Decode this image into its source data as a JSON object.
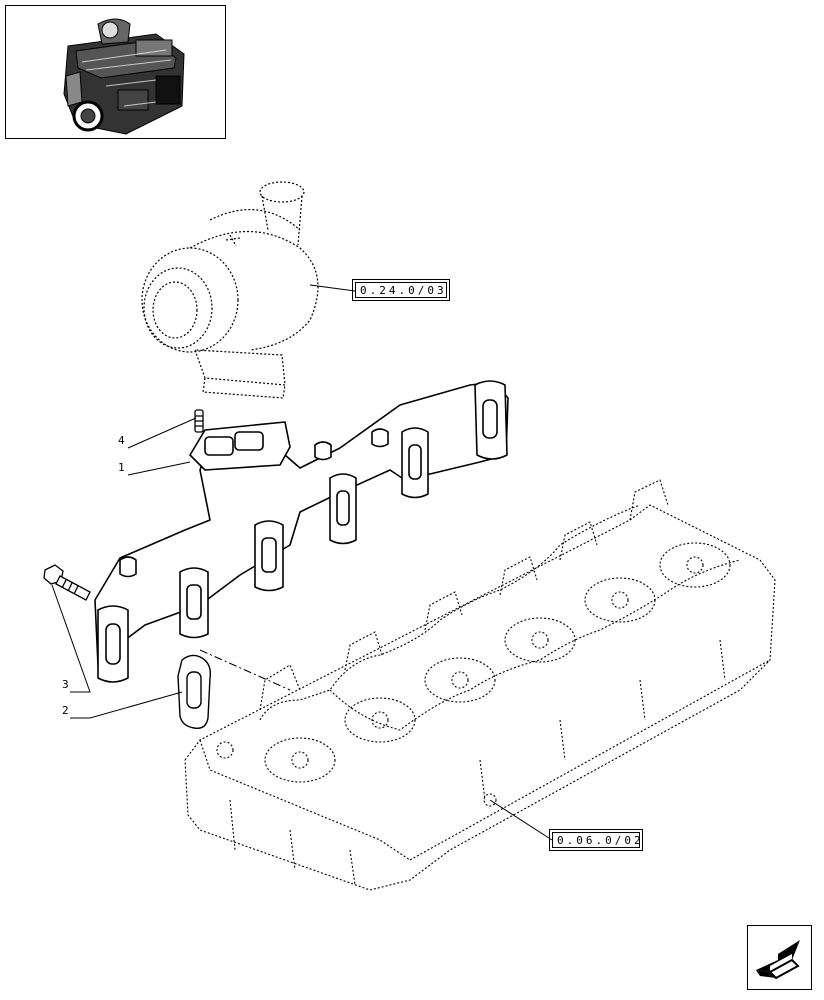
{
  "diagram": {
    "callouts": [
      {
        "id": "4",
        "label": "4"
      },
      {
        "id": "1",
        "label": "1"
      },
      {
        "id": "3",
        "label": "3"
      },
      {
        "id": "2",
        "label": "2"
      }
    ],
    "references": [
      {
        "id": "turbo",
        "label": "0.24.0/03"
      },
      {
        "id": "head",
        "label": "0.06.0/02"
      }
    ]
  },
  "nav": {
    "icon": "next-page-arrow-icon"
  }
}
